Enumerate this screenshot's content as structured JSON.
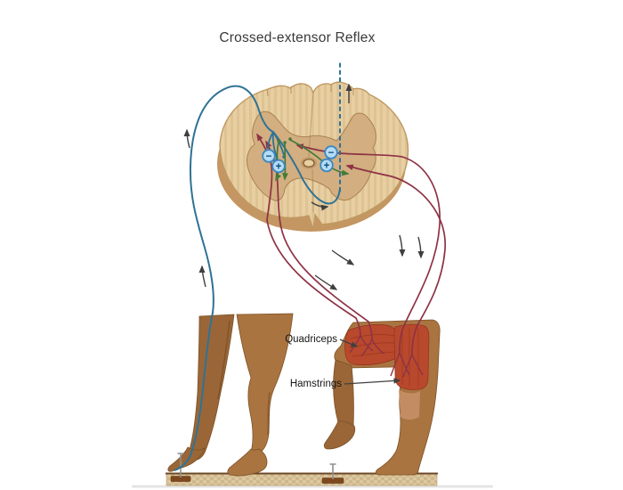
{
  "title": "Crossed-extensor Reflex",
  "labels": {
    "quadriceps": "Quadriceps",
    "hamstrings": "Hamstrings"
  },
  "synapses": [
    {
      "side": "ipsilateral",
      "sign": "−",
      "type": "inhibitory"
    },
    {
      "side": "ipsilateral",
      "sign": "+",
      "type": "excitatory"
    },
    {
      "side": "contralateral",
      "sign": "−",
      "type": "inhibitory"
    },
    {
      "side": "contralateral",
      "sign": "+",
      "type": "excitatory"
    }
  ],
  "legend_colors": {
    "afferent_fiber_blue": "#2f7296",
    "interneuron_green": "#447a3a",
    "efferent_fiber_red": "#8e3245",
    "synapse_badge_fill": "#b5dcf4",
    "synapse_badge_border": "#3b87c2",
    "cord_surface_tan": "#e8cfa2",
    "cord_edge_tan": "#c49662",
    "gray_matter_tan": "#d2ae80",
    "skin_brown": "#a26d3e",
    "muscle_red": "#b9492c",
    "board_tan": "#d9c7a0",
    "direction_arrow": "#3f3f3f"
  }
}
